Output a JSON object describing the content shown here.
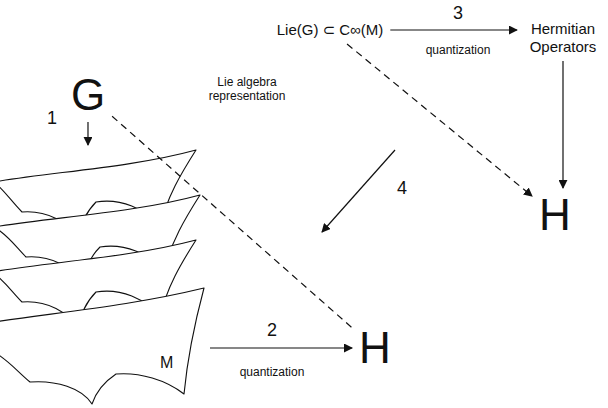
{
  "diagram": {
    "nodes": [
      {
        "text": [
          "G"
        ]
      },
      {
        "text": [
          "Lie(G) ⊂ C∞(M)"
        ]
      },
      {
        "text": [
          "Hermitian Operators"
        ]
      },
      {
        "text": [
          "H"
        ]
      },
      {
        "text": [
          "M"
        ]
      },
      {
        "text": [
          "H"
        ]
      }
    ],
    "edges": [
      {
        "from": 0,
        "to": 4,
        "arrow": "to",
        "label": "1"
      },
      {
        "from": 4,
        "to": 5,
        "arrow": "to",
        "label": "2"
      },
      {
        "from": 1,
        "to": 2,
        "arrow": "to",
        "label": "3"
      },
      {
        "from": 2,
        "to": 3,
        "arrow": "to"
      },
      {
        "from": 1,
        "to": 3,
        "arrow": "to",
        "label": "Lie algebra representation"
      },
      {
        "from": 0,
        "to": 5,
        "arrow": "none"
      }
    ],
    "labels": [
      "4",
      "quantization",
      "quantization"
    ]
  }
}
